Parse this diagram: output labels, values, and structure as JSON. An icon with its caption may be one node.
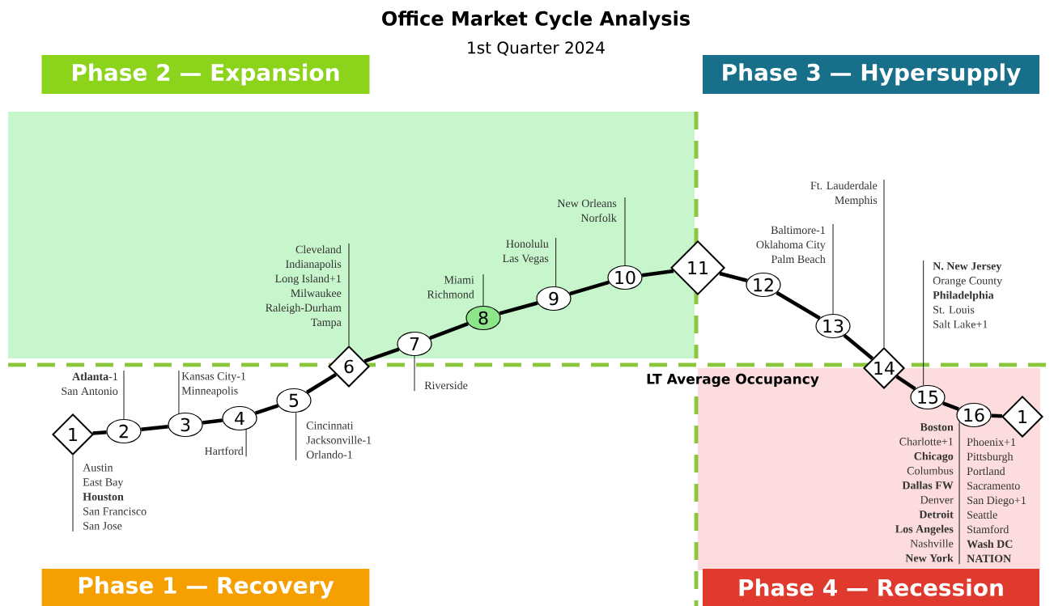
{
  "diagram": {
    "title": "Office Market Cycle Analysis",
    "nodes": [
      {
        "text": [
          "Phase 2 — Expansion"
        ]
      },
      {
        "text": [
          "Phase 3 — Hypersupply"
        ]
      },
      {
        "text": [
          "1"
        ]
      },
      {
        "text": [
          "2"
        ]
      },
      {
        "text": [
          "3"
        ]
      },
      {
        "text": [
          "4"
        ]
      },
      {
        "text": [
          "5"
        ]
      },
      {
        "text": [
          "6"
        ]
      },
      {
        "text": [
          "7"
        ]
      },
      {
        "text": [
          "8"
        ]
      },
      {
        "text": [
          "9"
        ]
      },
      {
        "text": [
          "10"
        ]
      },
      {
        "text": [
          "11"
        ]
      },
      {
        "text": [
          "12"
        ]
      },
      {
        "text": [
          "13"
        ]
      },
      {
        "text": [
          "14"
        ]
      },
      {
        "text": [
          "15"
        ]
      },
      {
        "text": [
          "16"
        ]
      },
      {
        "text": [
          "1"
        ]
      },
      {
        "text": [
          "**Atlanta**-1",
          "San Antonio"
        ]
      },
      {
        "text": [
          "Kansas City-1",
          "Minneapolis"
        ]
      },
      {
        "text": [
          "Austin",
          "East Bay",
          "**Houston**",
          "San Francisco",
          "San Jose"
        ]
      },
      {
        "text": [
          "Hartford"
        ]
      },
      {
        "text": [
          "Cincinnati",
          "Jacksonville-1",
          "Orlando-1"
        ]
      },
      {
        "text": [
          "Cleveland",
          "Indianapolis",
          "Long Island+1",
          "Milwaukee",
          "Raleigh-Durham",
          "Tampa"
        ]
      },
      {
        "text": [
          "Riverside"
        ]
      },
      {
        "text": [
          "Miami",
          "Richmond"
        ]
      },
      {
        "text": [
          "Honolulu",
          "Las Vegas"
        ]
      },
      {
        "text": [
          "New Orleans",
          "Norfolk"
        ]
      },
      {
        "text": [
          "Baltimore-1",
          "Oklahoma City",
          "Palm Beach"
        ]
      },
      {
        "text": [
          "Ft. Lauderdale",
          "Memphis"
        ]
      },
      {
        "text": [
          "**N. New Jersey**",
          "Orange County",
          "**Philadelphia**",
          "St. Louis",
          "Salt Lake+1"
        ]
      },
      {
        "text": [
          "**Boston**",
          "Charlotte+1",
          "**Chicago**",
          "Columbus",
          "**Dallas FW**",
          "Denver",
          "**Detroit**",
          "**Los Angeles**",
          "Nashville",
          "**New York**"
        ]
      },
      {
        "text": [
          "Phoenix+1",
          "Pittsburgh",
          "Portland",
          "Sacramento",
          "San Diego+1",
          "Seattle",
          "Stamford",
          "**Wash DC**",
          "**NATION**"
        ]
      },
      {
        "text": [
          "Phase 1 — Recovery"
        ]
      },
      {
        "text": [
          "Phase 4 — Recession"
        ]
      }
    ],
    "edges": [
      {
        "from": 2,
        "to": 3,
        "arrow": "none"
      },
      {
        "from": 3,
        "to": 4,
        "arrow": "none"
      },
      {
        "from": 4,
        "to": 5,
        "arrow": "none"
      },
      {
        "from": 5,
        "to": 6,
        "arrow": "none"
      },
      {
        "from": 6,
        "to": 7,
        "arrow": "none"
      },
      {
        "from": 7,
        "to": 8,
        "arrow": "none"
      },
      {
        "from": 8,
        "to": 9,
        "arrow": "none"
      },
      {
        "from": 9,
        "to": 10,
        "arrow": "none"
      },
      {
        "from": 10,
        "to": 11,
        "arrow": "none"
      },
      {
        "from": 11,
        "to": 12,
        "arrow": "none"
      },
      {
        "from": 12,
        "to": 13,
        "arrow": "none"
      },
      {
        "from": 13,
        "to": 14,
        "arrow": "none"
      },
      {
        "from": 14,
        "to": 15,
        "arrow": "none"
      },
      {
        "from": 15,
        "to": 16,
        "arrow": "none"
      },
      {
        "from": 16,
        "to": 17,
        "arrow": "none"
      },
      {
        "from": 17,
        "to": 18,
        "arrow": "none"
      },
      {
        "from": 19,
        "to": 3,
        "arrow": "none"
      },
      {
        "from": 20,
        "to": 4,
        "arrow": "none"
      },
      {
        "from": 21,
        "to": 2,
        "arrow": "none"
      },
      {
        "from": 22,
        "to": 5,
        "arrow": "none"
      },
      {
        "from": 23,
        "to": 6,
        "arrow": "none"
      },
      {
        "from": 24,
        "to": 7,
        "arrow": "none"
      },
      {
        "from": 25,
        "to": 8,
        "arrow": "none"
      },
      {
        "from": 26,
        "to": 9,
        "arrow": "none"
      },
      {
        "from": 27,
        "to": 10,
        "arrow": "none"
      },
      {
        "from": 28,
        "to": 11,
        "arrow": "none"
      },
      {
        "from": 29,
        "to": 14,
        "arrow": "none"
      },
      {
        "from": 30,
        "to": 15,
        "arrow": "none"
      },
      {
        "from": 31,
        "to": 16,
        "arrow": "none"
      },
      {
        "from": 32,
        "to": 17,
        "arrow": "none"
      },
      {
        "from": 33,
        "to": 17,
        "arrow": "none"
      }
    ],
    "labels": [
      "1st Quarter 2024",
      "LT Average Occupancy"
    ]
  }
}
